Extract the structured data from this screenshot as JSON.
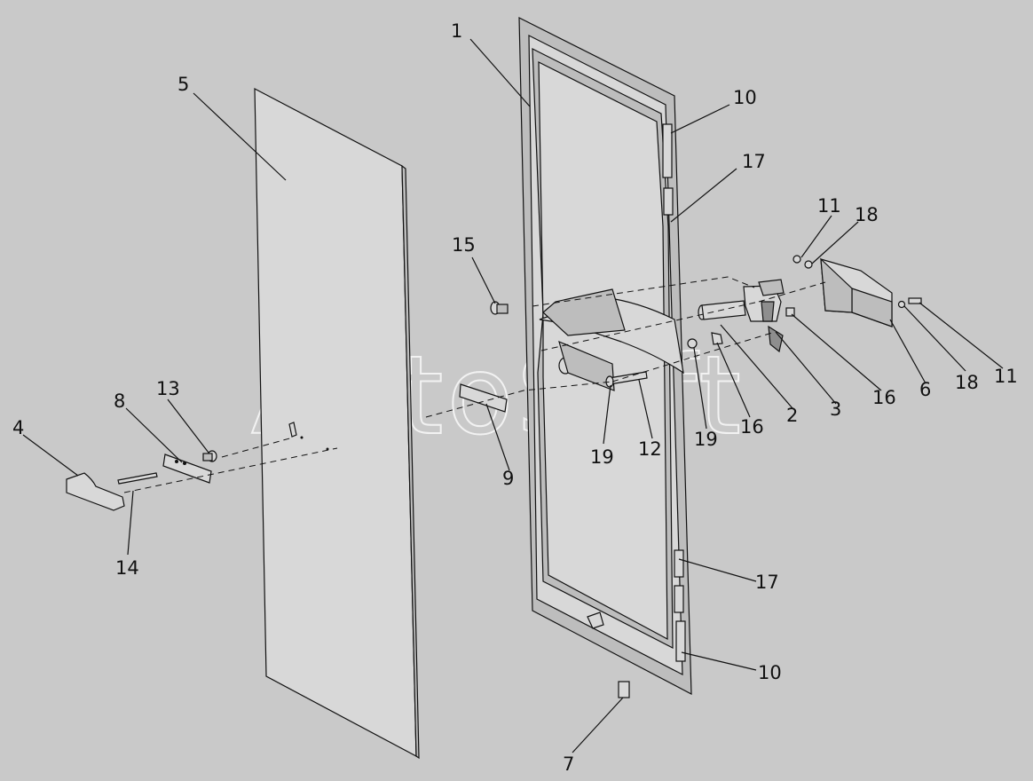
{
  "watermark": "AutoSoft",
  "labels": [
    {
      "id": "1",
      "text": "1"
    },
    {
      "id": "5",
      "text": "5"
    },
    {
      "id": "10a",
      "text": "10"
    },
    {
      "id": "17a",
      "text": "17"
    },
    {
      "id": "11a",
      "text": "11"
    },
    {
      "id": "18a",
      "text": "18"
    },
    {
      "id": "15",
      "text": "15"
    },
    {
      "id": "2",
      "text": "2"
    },
    {
      "id": "3",
      "text": "3"
    },
    {
      "id": "16a",
      "text": "16"
    },
    {
      "id": "6",
      "text": "6"
    },
    {
      "id": "18b",
      "text": "18"
    },
    {
      "id": "11b",
      "text": "11"
    },
    {
      "id": "16b",
      "text": "16"
    },
    {
      "id": "19a",
      "text": "19"
    },
    {
      "id": "12",
      "text": "12"
    },
    {
      "id": "19b",
      "text": "19"
    },
    {
      "id": "9",
      "text": "9"
    },
    {
      "id": "13",
      "text": "13"
    },
    {
      "id": "8",
      "text": "8"
    },
    {
      "id": "4",
      "text": "4"
    },
    {
      "id": "14",
      "text": "14"
    },
    {
      "id": "17b",
      "text": "17"
    },
    {
      "id": "10b",
      "text": "10"
    },
    {
      "id": "7",
      "text": "7"
    }
  ]
}
